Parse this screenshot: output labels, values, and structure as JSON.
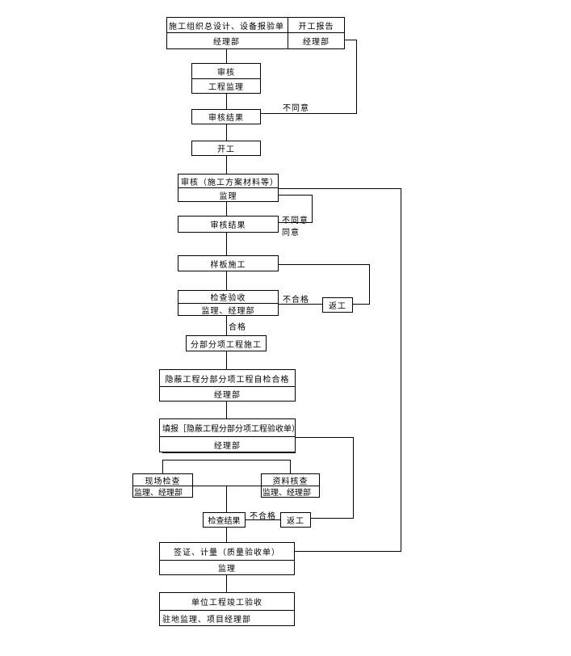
{
  "diagram": {
    "type": "flowchart",
    "nodes": {
      "n1": {
        "title": "施工组织总设计、设备报验单",
        "owner": "经理部"
      },
      "n1b": {
        "title": "开工报告",
        "owner": "经理部"
      },
      "n2": {
        "title": "审核",
        "owner": "工程监理"
      },
      "n3": {
        "title": "审核结果"
      },
      "n4": {
        "title": "开工"
      },
      "n5": {
        "title": "审核（施工方案材料等）",
        "owner": "监理"
      },
      "n6": {
        "title": "审核结果"
      },
      "n7": {
        "title": "样板施工"
      },
      "n8": {
        "title": "检查验收",
        "owner": "监理、经理部"
      },
      "n8r": {
        "title": "返工"
      },
      "n9": {
        "title": "分部分项工程施工"
      },
      "n10": {
        "title": "隐蔽工程分部分项工程自检合格",
        "owner": "经理部"
      },
      "n11": {
        "title": "填报［隐蔽工程分部分项工程验收单）",
        "owner": "经理部"
      },
      "n12a": {
        "title": "现场检查",
        "owner": "监理、经理部"
      },
      "n12b": {
        "title": "资料核查",
        "owner": "监理、经理部"
      },
      "n13": {
        "title": "检查结果"
      },
      "n13r": {
        "title": "返工"
      },
      "n14": {
        "title": "签证、计量（质量验收单）",
        "owner": "监理"
      },
      "n15": {
        "title": "单位工程竣工验收",
        "owner": "驻地监理、项目经理部"
      }
    },
    "edge_labels": {
      "disagree1": "不同意",
      "disagree2": "不同意",
      "agree2": "同意",
      "fail1": "不合格",
      "pass1": "合格",
      "fail2": "不合格"
    },
    "edges": [
      {
        "from": "n1",
        "to": "n2"
      },
      {
        "from": "n2",
        "to": "n3"
      },
      {
        "from": "n1b",
        "to": "n3",
        "label": "不同意"
      },
      {
        "from": "n3",
        "to": "n4"
      },
      {
        "from": "n4",
        "to": "n5"
      },
      {
        "from": "n5",
        "to": "n6"
      },
      {
        "from": "n6",
        "to": "n5",
        "label": "不同意"
      },
      {
        "from": "n6",
        "to": "n7",
        "label": "同意"
      },
      {
        "from": "n7",
        "to": "n8"
      },
      {
        "from": "n8",
        "to": "n8r",
        "label": "不合格"
      },
      {
        "from": "n8r",
        "to": "n7"
      },
      {
        "from": "n8",
        "to": "n9",
        "label": "合格"
      },
      {
        "from": "n9",
        "to": "n10"
      },
      {
        "from": "n10",
        "to": "n11"
      },
      {
        "from": "n11",
        "to": "n12a"
      },
      {
        "from": "n11",
        "to": "n12b"
      },
      {
        "from": "n12a",
        "to": "n13"
      },
      {
        "from": "n12b",
        "to": "n13"
      },
      {
        "from": "n13",
        "to": "n13r",
        "label": "不合格"
      },
      {
        "from": "n13r",
        "to": "n11"
      },
      {
        "from": "n13",
        "to": "n14"
      },
      {
        "from": "n5",
        "to": "n14"
      },
      {
        "from": "n14",
        "to": "n15"
      }
    ]
  }
}
